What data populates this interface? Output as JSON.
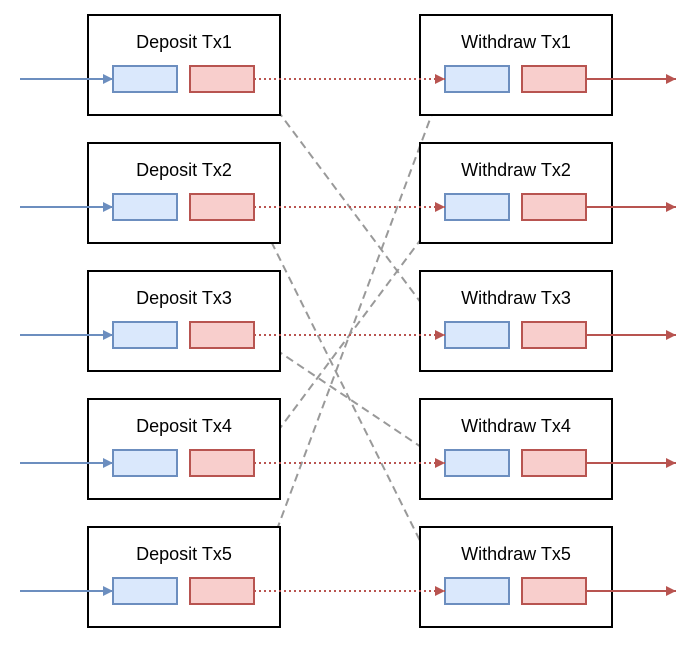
{
  "colors": {
    "input": "#6c8ebf",
    "input_fill": "#dae8fc",
    "output": "#b85450",
    "output_fill": "#f8cecc",
    "mix_link": "#999999",
    "border": "#000000"
  },
  "deposits": [
    {
      "label": "Deposit Tx1"
    },
    {
      "label": "Deposit Tx2"
    },
    {
      "label": "Deposit Tx3"
    },
    {
      "label": "Deposit Tx4"
    },
    {
      "label": "Deposit Tx5"
    }
  ],
  "withdraws": [
    {
      "label": "Withdraw Tx1"
    },
    {
      "label": "Withdraw Tx2"
    },
    {
      "label": "Withdraw Tx3"
    },
    {
      "label": "Withdraw Tx4"
    },
    {
      "label": "Withdraw Tx5"
    }
  ],
  "mix_links": [
    {
      "from_deposit": 1,
      "to_withdraw": 3
    },
    {
      "from_deposit": 2,
      "to_withdraw": 5
    },
    {
      "from_deposit": 3,
      "to_withdraw": 4
    },
    {
      "from_deposit": 4,
      "to_withdraw": 2
    },
    {
      "from_deposit": 5,
      "to_withdraw": 1
    }
  ]
}
